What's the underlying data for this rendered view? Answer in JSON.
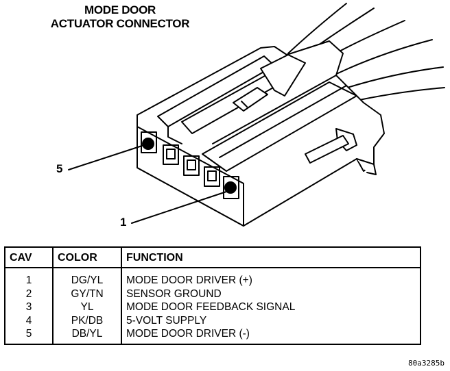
{
  "title": {
    "line1": "MODE DOOR",
    "line2": "ACTUATOR CONNECTOR"
  },
  "callouts": {
    "pin5": "5",
    "pin1": "1"
  },
  "table": {
    "headers": {
      "cav": "CAV",
      "color": "COLOR",
      "function": "FUNCTION"
    },
    "rows": [
      {
        "cav": "1",
        "color": "DG/YL",
        "function": "MODE DOOR DRIVER (+)"
      },
      {
        "cav": "2",
        "color": "GY/TN",
        "function": "SENSOR GROUND"
      },
      {
        "cav": "3",
        "color": "YL",
        "function": "MODE DOOR FEEDBACK SIGNAL"
      },
      {
        "cav": "4",
        "color": "PK/DB",
        "function": "5-VOLT SUPPLY"
      },
      {
        "cav": "5",
        "color": "DB/YL",
        "function": "MODE DOOR DRIVER (-)"
      }
    ]
  },
  "figure_code": "80a3285b"
}
